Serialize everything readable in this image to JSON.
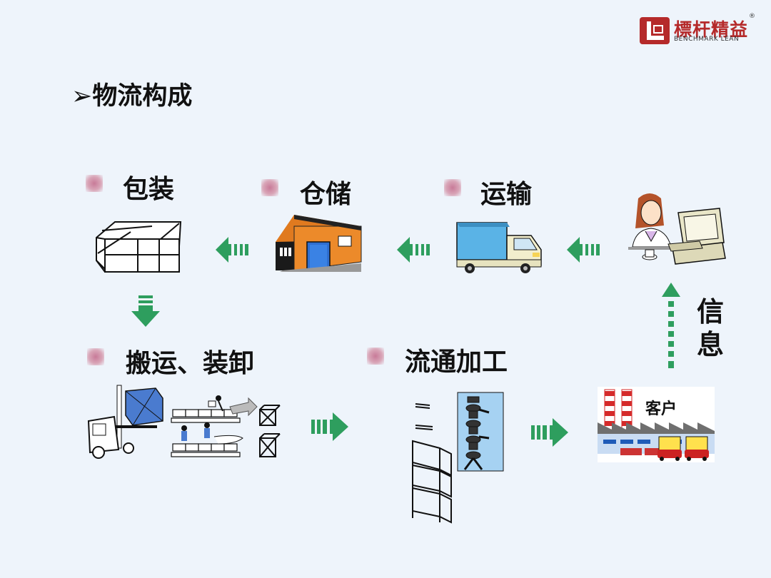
{
  "logo": {
    "name_cn": "標杆精益",
    "name_en": "BENCHMARK LEAN",
    "registered": "®"
  },
  "title": "➢物流构成",
  "stages": {
    "packaging": "包装",
    "warehousing": "仓储",
    "transport": "运输",
    "handling": "搬运、装卸",
    "processing": "流通加工"
  },
  "information": "信息",
  "customer": "客户",
  "colors": {
    "arrow_green": "#2e9e5e",
    "brand_red": "#b52a2a",
    "background": "#eef4fb"
  }
}
